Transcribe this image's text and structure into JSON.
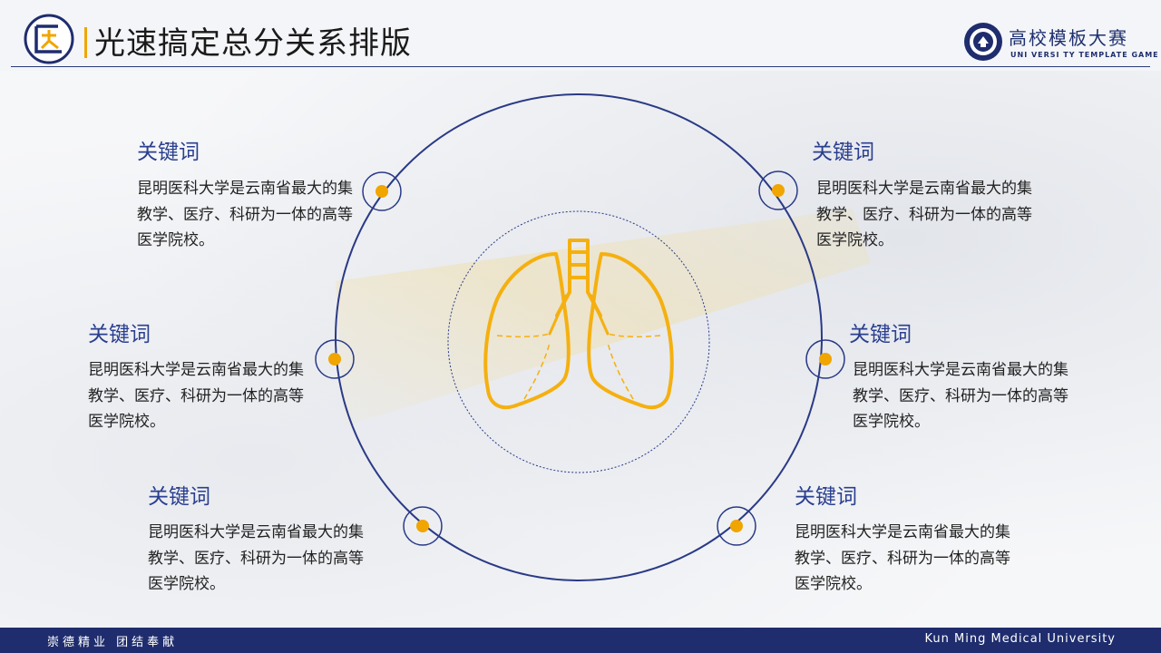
{
  "header": {
    "title": "光速搞定总分关系排版",
    "logo_left_letter": "医",
    "logo_right_text": "高校模板大赛",
    "logo_right_sub": "UNI VERSI TY   TEMPLATE   GAME"
  },
  "items": [
    {
      "keyword": "关键词",
      "text": "昆明医科大学是云南省最大的集教学、医疗、科研为一体的高等医学院校。"
    },
    {
      "keyword": "关键词",
      "text": "昆明医科大学是云南省最大的集教学、医疗、科研为一体的高等医学院校。"
    },
    {
      "keyword": "关键词",
      "text": "昆明医科大学是云南省最大的集教学、医疗、科研为一体的高等医学院校。"
    },
    {
      "keyword": "关键词",
      "text": "昆明医科大学是云南省最大的集教学、医疗、科研为一体的高等医学院校。"
    },
    {
      "keyword": "关键词",
      "text": "昆明医科大学是云南省最大的集教学、医疗、科研为一体的高等医学院校。"
    },
    {
      "keyword": "关键词",
      "text": "昆明医科大学是云南省最大的集教学、医疗、科研为一体的高等医学院校。"
    }
  ],
  "center_icon": "lungs-icon",
  "footer": {
    "left": "崇德精业  团结奉献",
    "right": "Kun Ming Medical University"
  },
  "colors": {
    "navy": "#1f2d6e",
    "accent": "#f0a500",
    "keyword": "#2a3f8f"
  }
}
